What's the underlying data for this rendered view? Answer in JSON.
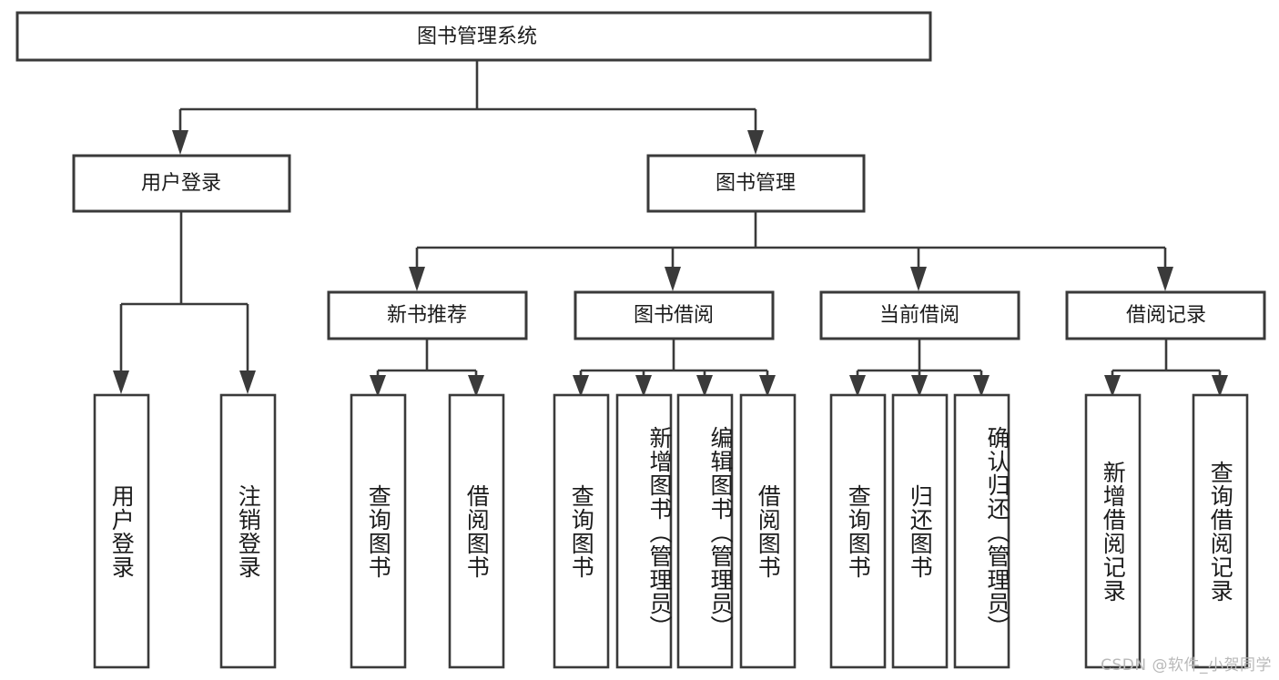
{
  "diagram": {
    "type": "hierarchy-tree",
    "title_node": {
      "id": "root",
      "label": "图书管理系统"
    },
    "level1": [
      {
        "id": "user-login",
        "label": "用户登录"
      },
      {
        "id": "book-manage",
        "label": "图书管理"
      }
    ],
    "level2": [
      {
        "id": "new-book-recommend",
        "label": "新书推荐",
        "parent": "book-manage"
      },
      {
        "id": "book-borrow",
        "label": "图书借阅",
        "parent": "book-manage"
      },
      {
        "id": "current-borrow",
        "label": "当前借阅",
        "parent": "book-manage"
      },
      {
        "id": "borrow-record",
        "label": "借阅记录",
        "parent": "book-manage"
      }
    ],
    "leaves": [
      {
        "id": "leaf-user-login",
        "label": "用户登录",
        "parent": "user-login"
      },
      {
        "id": "leaf-logout-login",
        "label": "注销登录",
        "parent": "user-login"
      },
      {
        "id": "leaf-query-book-1",
        "label": "查询图书",
        "parent": "new-book-recommend"
      },
      {
        "id": "leaf-borrow-book-1",
        "label": "借阅图书",
        "parent": "new-book-recommend"
      },
      {
        "id": "leaf-query-book-2",
        "label": "查询图书",
        "parent": "book-borrow"
      },
      {
        "id": "leaf-add-book",
        "label": "新增图书（管理员）",
        "parent": "book-borrow"
      },
      {
        "id": "leaf-edit-book",
        "label": "编辑图书（管理员）",
        "parent": "book-borrow"
      },
      {
        "id": "leaf-borrow-book-2",
        "label": "借阅图书",
        "parent": "book-borrow"
      },
      {
        "id": "leaf-query-book-3",
        "label": "查询图书",
        "parent": "current-borrow"
      },
      {
        "id": "leaf-return-book",
        "label": "归还图书",
        "parent": "current-borrow"
      },
      {
        "id": "leaf-confirm-return",
        "label": "确认归还（管理员）",
        "parent": "current-borrow"
      },
      {
        "id": "leaf-add-record",
        "label": "新增借阅记录",
        "parent": "borrow-record"
      },
      {
        "id": "leaf-query-record",
        "label": "查询借阅记录",
        "parent": "borrow-record"
      }
    ],
    "watermark": "CSDN @软件_小贺同学",
    "colors": {
      "stroke": "#3a3a3a",
      "text": "#1b1b1b",
      "background": "#ffffff",
      "watermark": "#b9b9b9"
    }
  }
}
